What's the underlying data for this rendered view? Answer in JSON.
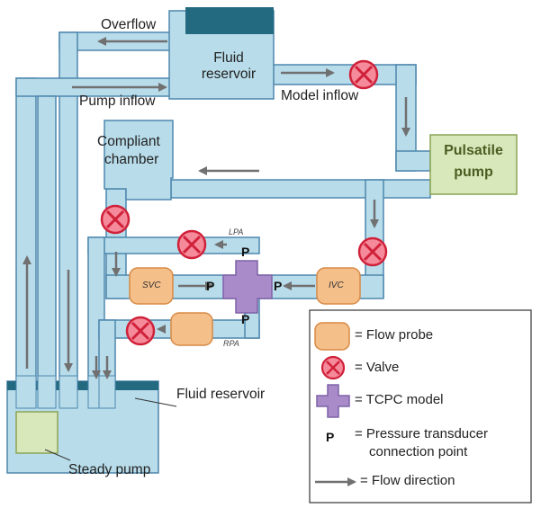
{
  "labels": {
    "overflow": "Overflow",
    "fluid_reservoir_top_line1": "Fluid",
    "fluid_reservoir_top_line2": "reservoir",
    "pump_inflow": "Pump inflow",
    "model_inflow": "Model inflow",
    "compliant_chamber_line1": "Compliant",
    "compliant_chamber_line2": "chamber",
    "pulsatile_pump_line1": "Pulsatile",
    "pulsatile_pump_line2": "pump",
    "lpa": "LPA",
    "rpa": "RPA",
    "svc": "SVC",
    "ivc": "IVC",
    "p": "P",
    "fluid_reservoir_bottom": "Fluid reservoir",
    "steady_pump": "Steady pump"
  },
  "legend": {
    "flow_probe": "= Flow probe",
    "valve": "= Valve",
    "tcpc_model": "= TCPC model",
    "pressure_line1": "= Pressure transducer",
    "pressure_line2": "connection point",
    "p_symbol": "P",
    "flow_direction": "= Flow direction"
  },
  "colors": {
    "tube_fill": "#b8dcea",
    "tube_stroke": "#4e87ad",
    "reservoir_top": "#236a80",
    "probe_fill": "#f5bf8a",
    "probe_stroke": "#d88a45",
    "valve_fill": "#f58a9a",
    "valve_stroke": "#d0213a",
    "tcpc_fill": "#a98bc9",
    "tcpc_stroke": "#7f63a8",
    "pump_fill": "#d8e8bb",
    "pump_stroke": "#8aa455",
    "arrow": "#707070"
  }
}
